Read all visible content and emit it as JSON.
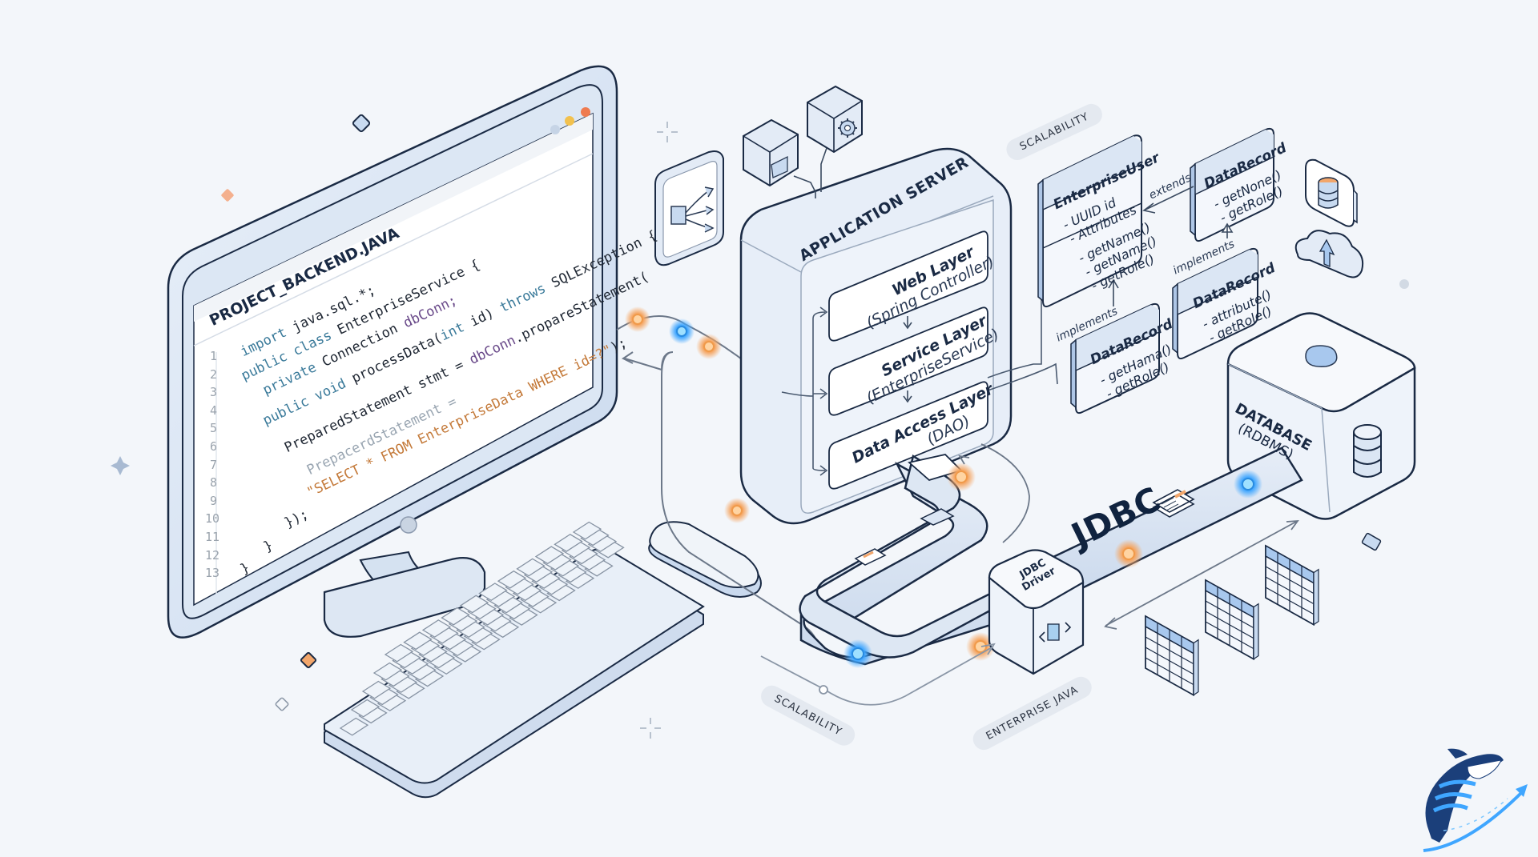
{
  "editor": {
    "filename": "PROJECT_BACKEND.JAVA",
    "window_dots": [
      "#c6d4e6",
      "#f2c14e",
      "#ef7b4f"
    ],
    "line_numbers": [
      "1",
      "2",
      "3",
      "4",
      "5",
      "6",
      "7",
      "8",
      "9",
      "10",
      "11",
      "12",
      "13"
    ],
    "code": {
      "l0_kw": "import",
      "l0_rest": " java.sql.*;",
      "l1_kw": "public class",
      "l1_rest": " EnterpriseService {",
      "l2_kw": "private",
      "l2_rest": " Connection ",
      "l2_var": "dbConn;",
      "l3_kw": "public void",
      "l3_rest": " processData(",
      "l3_kw2": "int",
      "l3_rest2": " id) ",
      "l3_kw3": "throws",
      "l3_rest3": " SQLException {",
      "l4_rest": "PreparedStatement stmt = ",
      "l4_var": "dbConn",
      "l4_rest2": ".propareStatement(",
      "l5_dim": "PrepacerdStatement =",
      "l6_str": "\"SELECT * FROM EnterpriseData WHERE id=?\"",
      "l6_rest": ");",
      "l7": "});",
      "l8": "}",
      "l9": "}"
    }
  },
  "app_server": {
    "title": "APPLICATION SERVER",
    "layers": [
      {
        "title": "Web Layer",
        "subtitle": "(Spring Controller)"
      },
      {
        "title": "Service Layer",
        "subtitle": "(EnterpriseService)"
      },
      {
        "title": "Data Access Layer",
        "subtitle": "(DAO)"
      }
    ]
  },
  "uml": {
    "enterprise_user": {
      "title": "EnterpriseUser",
      "attributes": [
        "- UUID id",
        "- Attributes"
      ],
      "methods": [
        "- getName()",
        "- getName()",
        "- getRole()"
      ]
    },
    "data_record_top": {
      "title": "DataRecord",
      "methods": [
        "- getNone()",
        "- getRole()"
      ]
    },
    "data_record_mid": {
      "title": "DataRecord",
      "methods": [
        "- attribute()",
        "- getRole()"
      ]
    },
    "data_record_low": {
      "title": "DataRecord",
      "methods": [
        "- getHama()",
        "- getRole()"
      ]
    },
    "relations": {
      "extends": "extends",
      "implements_a": "implements",
      "implements_b": "implements"
    }
  },
  "database": {
    "title": "DATABASE",
    "subtitle": "(RDBMS)"
  },
  "jdbc": {
    "label": "JDBC",
    "driver_line1": "JDBC",
    "driver_line2": "Driver"
  },
  "tags": {
    "scalability_top": "SCALABILITY",
    "scalability_bottom": "SCALABILITY",
    "enterprise_java": "ENTERPRISE JAVA"
  },
  "icons": [
    "share-flow-icon",
    "module-icon",
    "gear-icon",
    "database-icon",
    "cloud-upload-icon",
    "table-icon",
    "document-icon",
    "chip-icon",
    "whale-logo-icon"
  ],
  "colors": {
    "accent_blue": "#cfe0f5",
    "outline": "#1a2a44",
    "orange": "#f2a66b",
    "glow_blue": "#5bb8ff",
    "background": "#f3f6fa"
  }
}
